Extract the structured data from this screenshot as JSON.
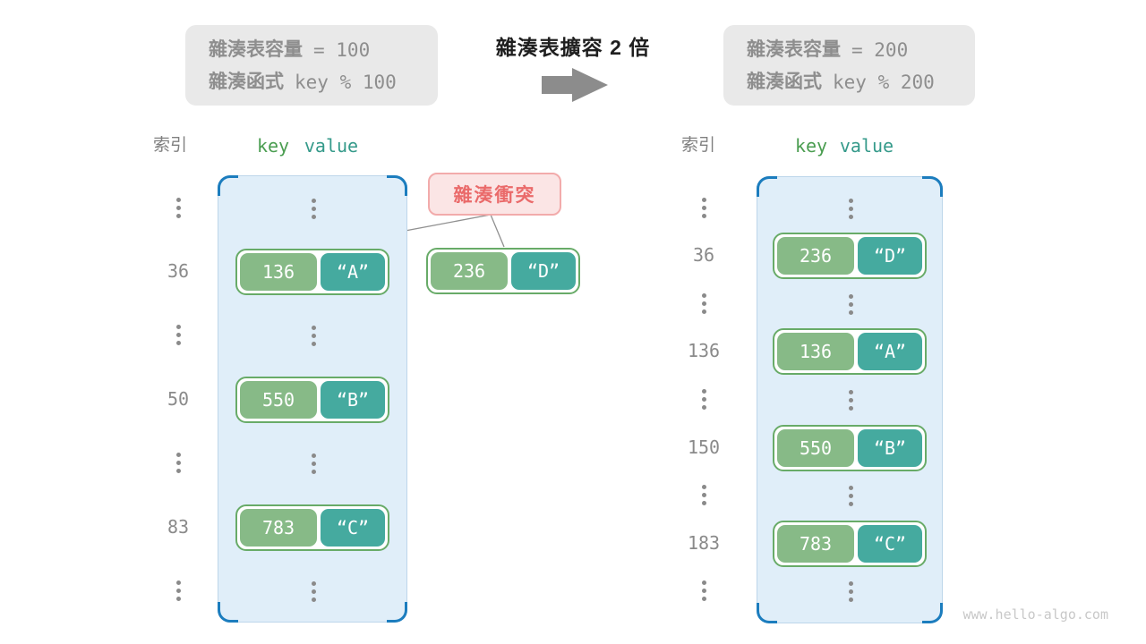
{
  "colors": {
    "container_blue": "#1c7dbe",
    "container_fill": "#e0eef9",
    "pair_border_green": "#68ab68",
    "key_green": "#87ba87",
    "value_teal": "#45aa9f",
    "key_header_green": "#4a9d50",
    "value_header_teal": "#359a8a",
    "collision_red": "#ea6a6a",
    "collision_fill": "#fbe5e5",
    "collision_border": "#f2abab"
  },
  "header": {
    "title": "雜湊表擴容 2 倍",
    "left_note": {
      "capacity_label": "雜湊表容量",
      "capacity_value": "= 100",
      "hash_label": "雜湊函式",
      "hash_value": "key % 100"
    },
    "right_note": {
      "capacity_label": "雜湊表容量",
      "capacity_value": "= 200",
      "hash_label": "雜湊函式",
      "hash_value": "key % 200"
    }
  },
  "collision": {
    "label": "雜湊衝突"
  },
  "floating_pair": {
    "key": "236",
    "value": "“D”"
  },
  "left_table": {
    "header": {
      "index": "索引",
      "key": "key",
      "value": "value"
    },
    "indices": [
      "36",
      "50",
      "83"
    ],
    "pairs": [
      {
        "key": "136",
        "value": "“A”"
      },
      {
        "key": "550",
        "value": "“B”"
      },
      {
        "key": "783",
        "value": "“C”"
      }
    ]
  },
  "right_table": {
    "header": {
      "index": "索引",
      "key": "key",
      "value": "value"
    },
    "indices": [
      "36",
      "136",
      "150",
      "183"
    ],
    "pairs": [
      {
        "key": "236",
        "value": "“D”"
      },
      {
        "key": "136",
        "value": "“A”"
      },
      {
        "key": "550",
        "value": "“B”"
      },
      {
        "key": "783",
        "value": "“C”"
      }
    ]
  },
  "watermark": "www.hello-algo.com"
}
